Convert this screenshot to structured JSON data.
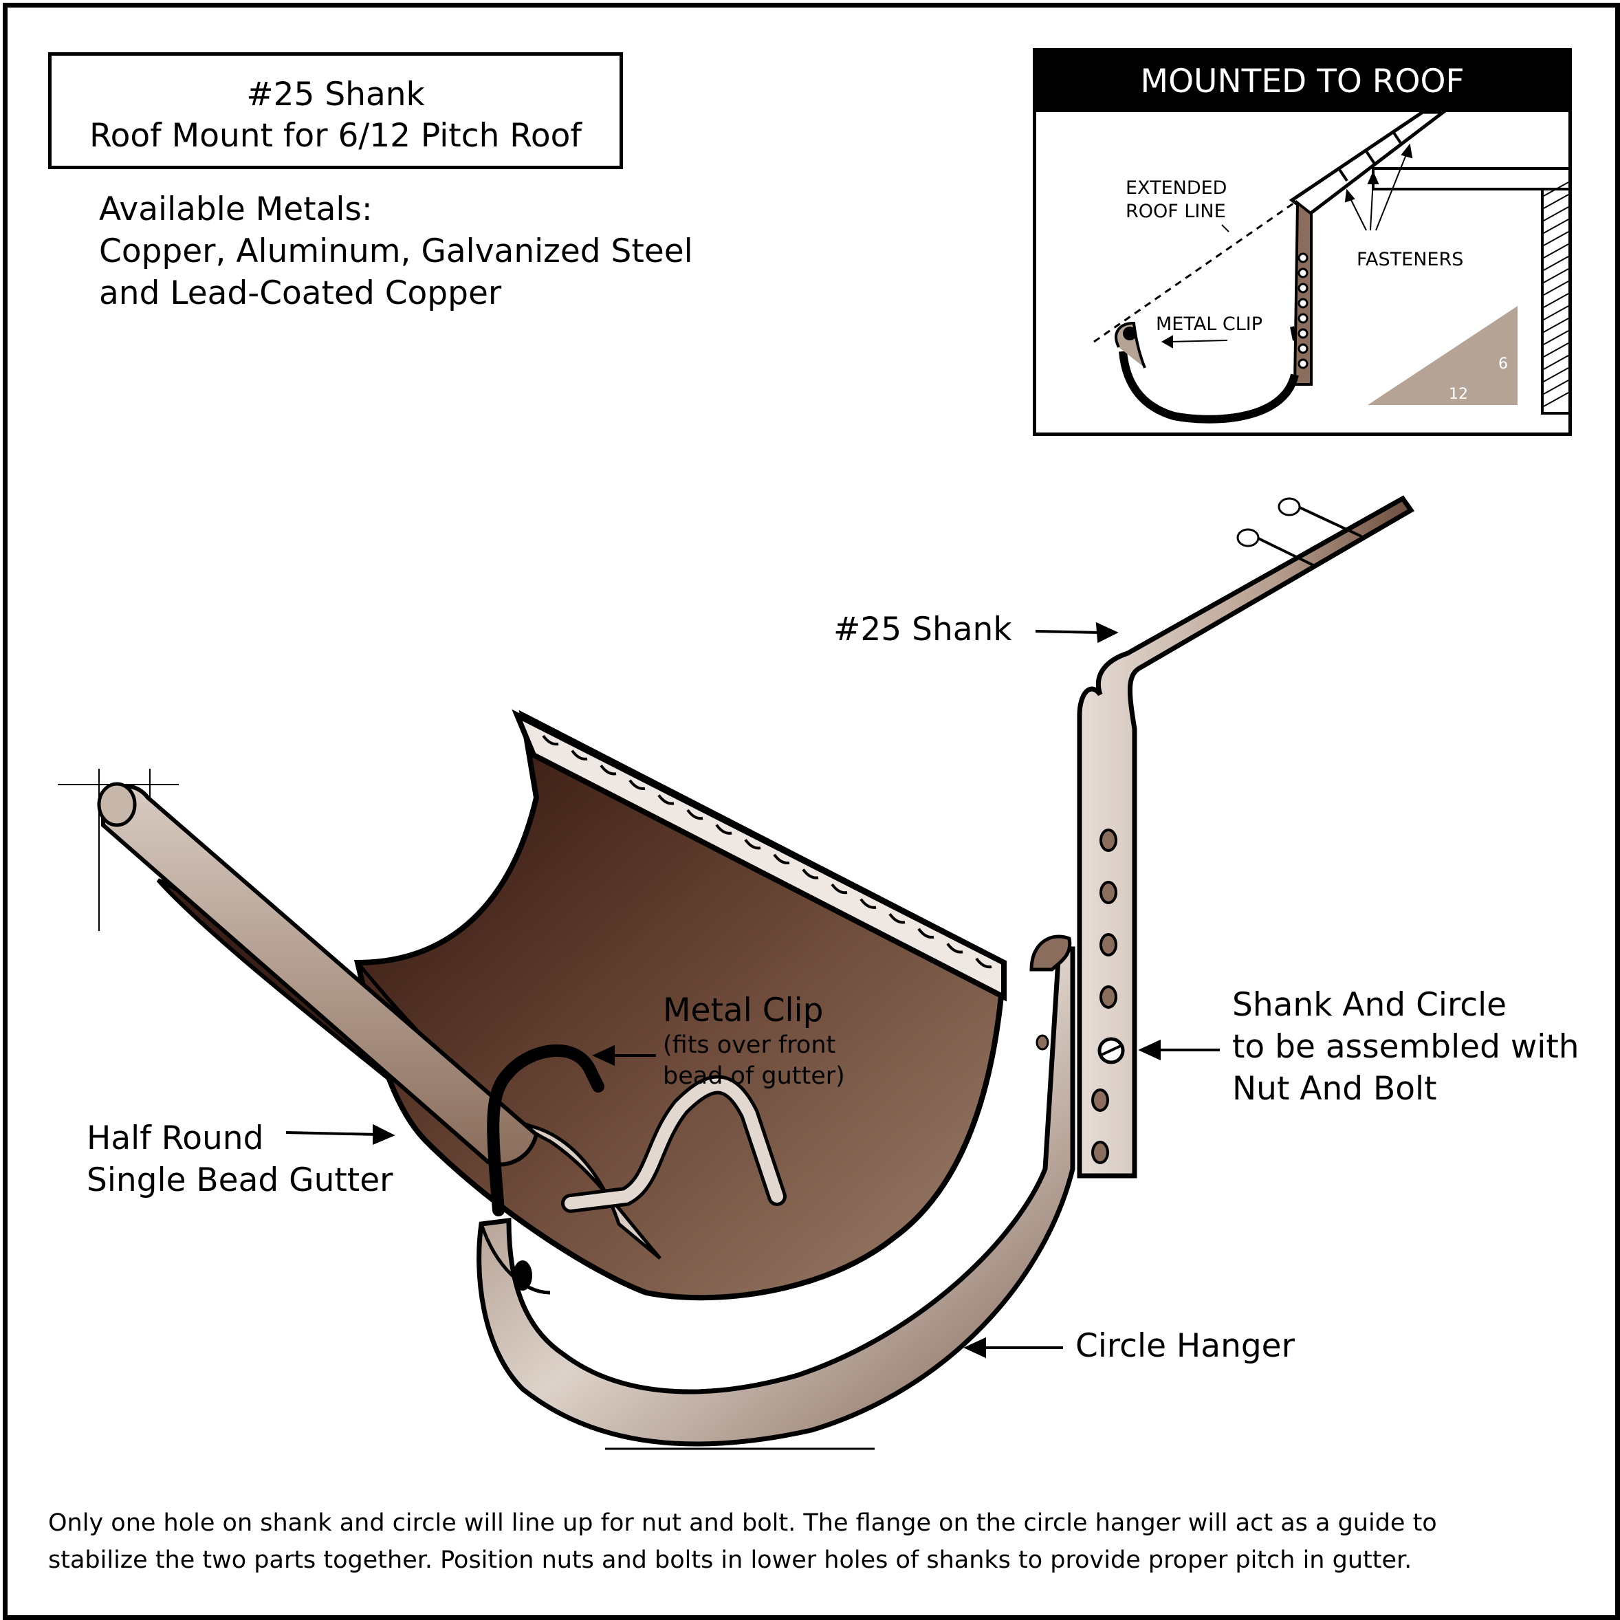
{
  "title": {
    "line1": "#25 Shank",
    "line2": "Roof Mount for 6/12 Pitch Roof"
  },
  "metals": {
    "heading": "Available Metals:",
    "line1": "Copper, Aluminum, Galvanized Steel",
    "line2": "and Lead-Coated Copper"
  },
  "inset": {
    "header": "MOUNTED TO ROOF",
    "extended_roof_line_1": "EXTENDED",
    "extended_roof_line_2": "ROOF LINE",
    "fasteners": "FASTENERS",
    "metal_clip": "METAL CLIP",
    "pitch_rise": "6",
    "pitch_run": "12"
  },
  "labels": {
    "shank": "#25 Shank",
    "metal_clip": "Metal Clip",
    "metal_clip_note_1": "(fits over front",
    "metal_clip_note_2": "bead of gutter)",
    "half_round_1": "Half Round",
    "half_round_2": "Single Bead Gutter",
    "assembly_1": "Shank And Circle",
    "assembly_2": "to be assembled with",
    "assembly_3": "Nut And Bolt",
    "circle_hanger": "Circle Hanger"
  },
  "footnote": {
    "line1": "Only one hole on shank and circle will line up for nut and bolt. The flange on the circle hanger will act as a guide to",
    "line2": "stabilize the two parts together.  Position nuts and bolts in lower holes of shanks to provide proper pitch in gutter."
  },
  "colors": {
    "metal_dark": "#2c0f08",
    "metal_mid": "#8b6a55",
    "metal_light": "#d9ccc2",
    "pitch_triangle": "#b5a496"
  }
}
